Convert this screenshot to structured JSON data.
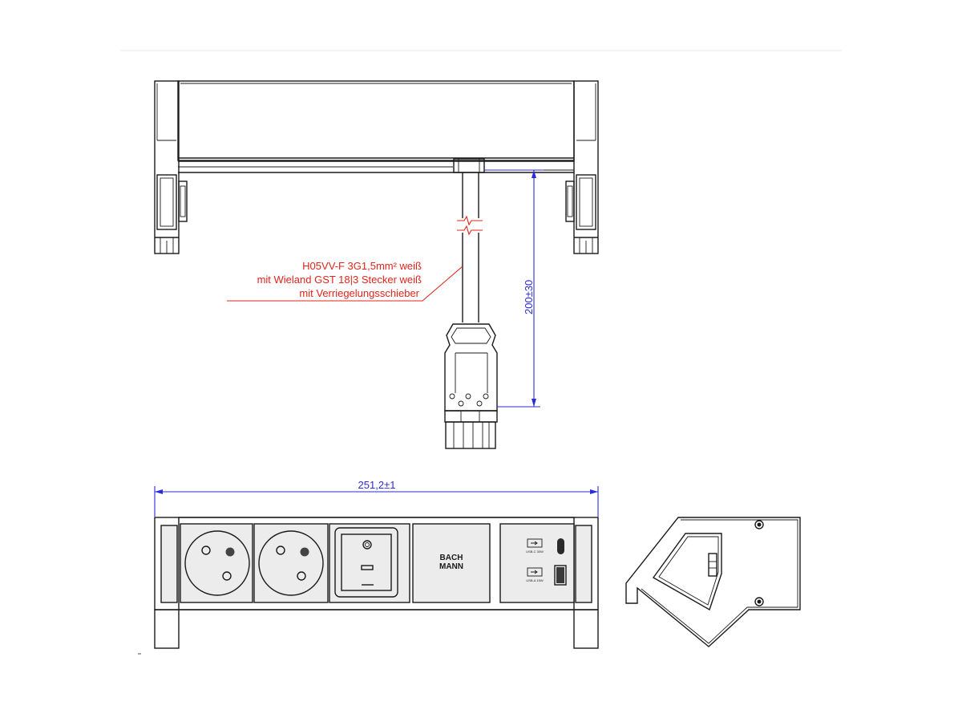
{
  "cable_note": {
    "line1": "H05VV-F 3G1,5mm² weiß",
    "line2": "mit Wieland GST 18|3 Stecker weiß",
    "line3": "mit Verriegelungsschieber"
  },
  "dimensions": {
    "cable_length": "200±30",
    "width": "251,2±1"
  },
  "front_view": {
    "modules": [
      "socket-1",
      "socket-2",
      "switch",
      "blank-logo",
      "usb-charger"
    ],
    "logo_line1": "BACH",
    "logo_line2": "MANN",
    "usb_c_label": "USB-C 30W",
    "usb_a_label": "USB-A 15W"
  },
  "colors": {
    "annotation": "#e0241b",
    "dimension": "#2b2bd8",
    "outline": "#1a1a1a"
  }
}
